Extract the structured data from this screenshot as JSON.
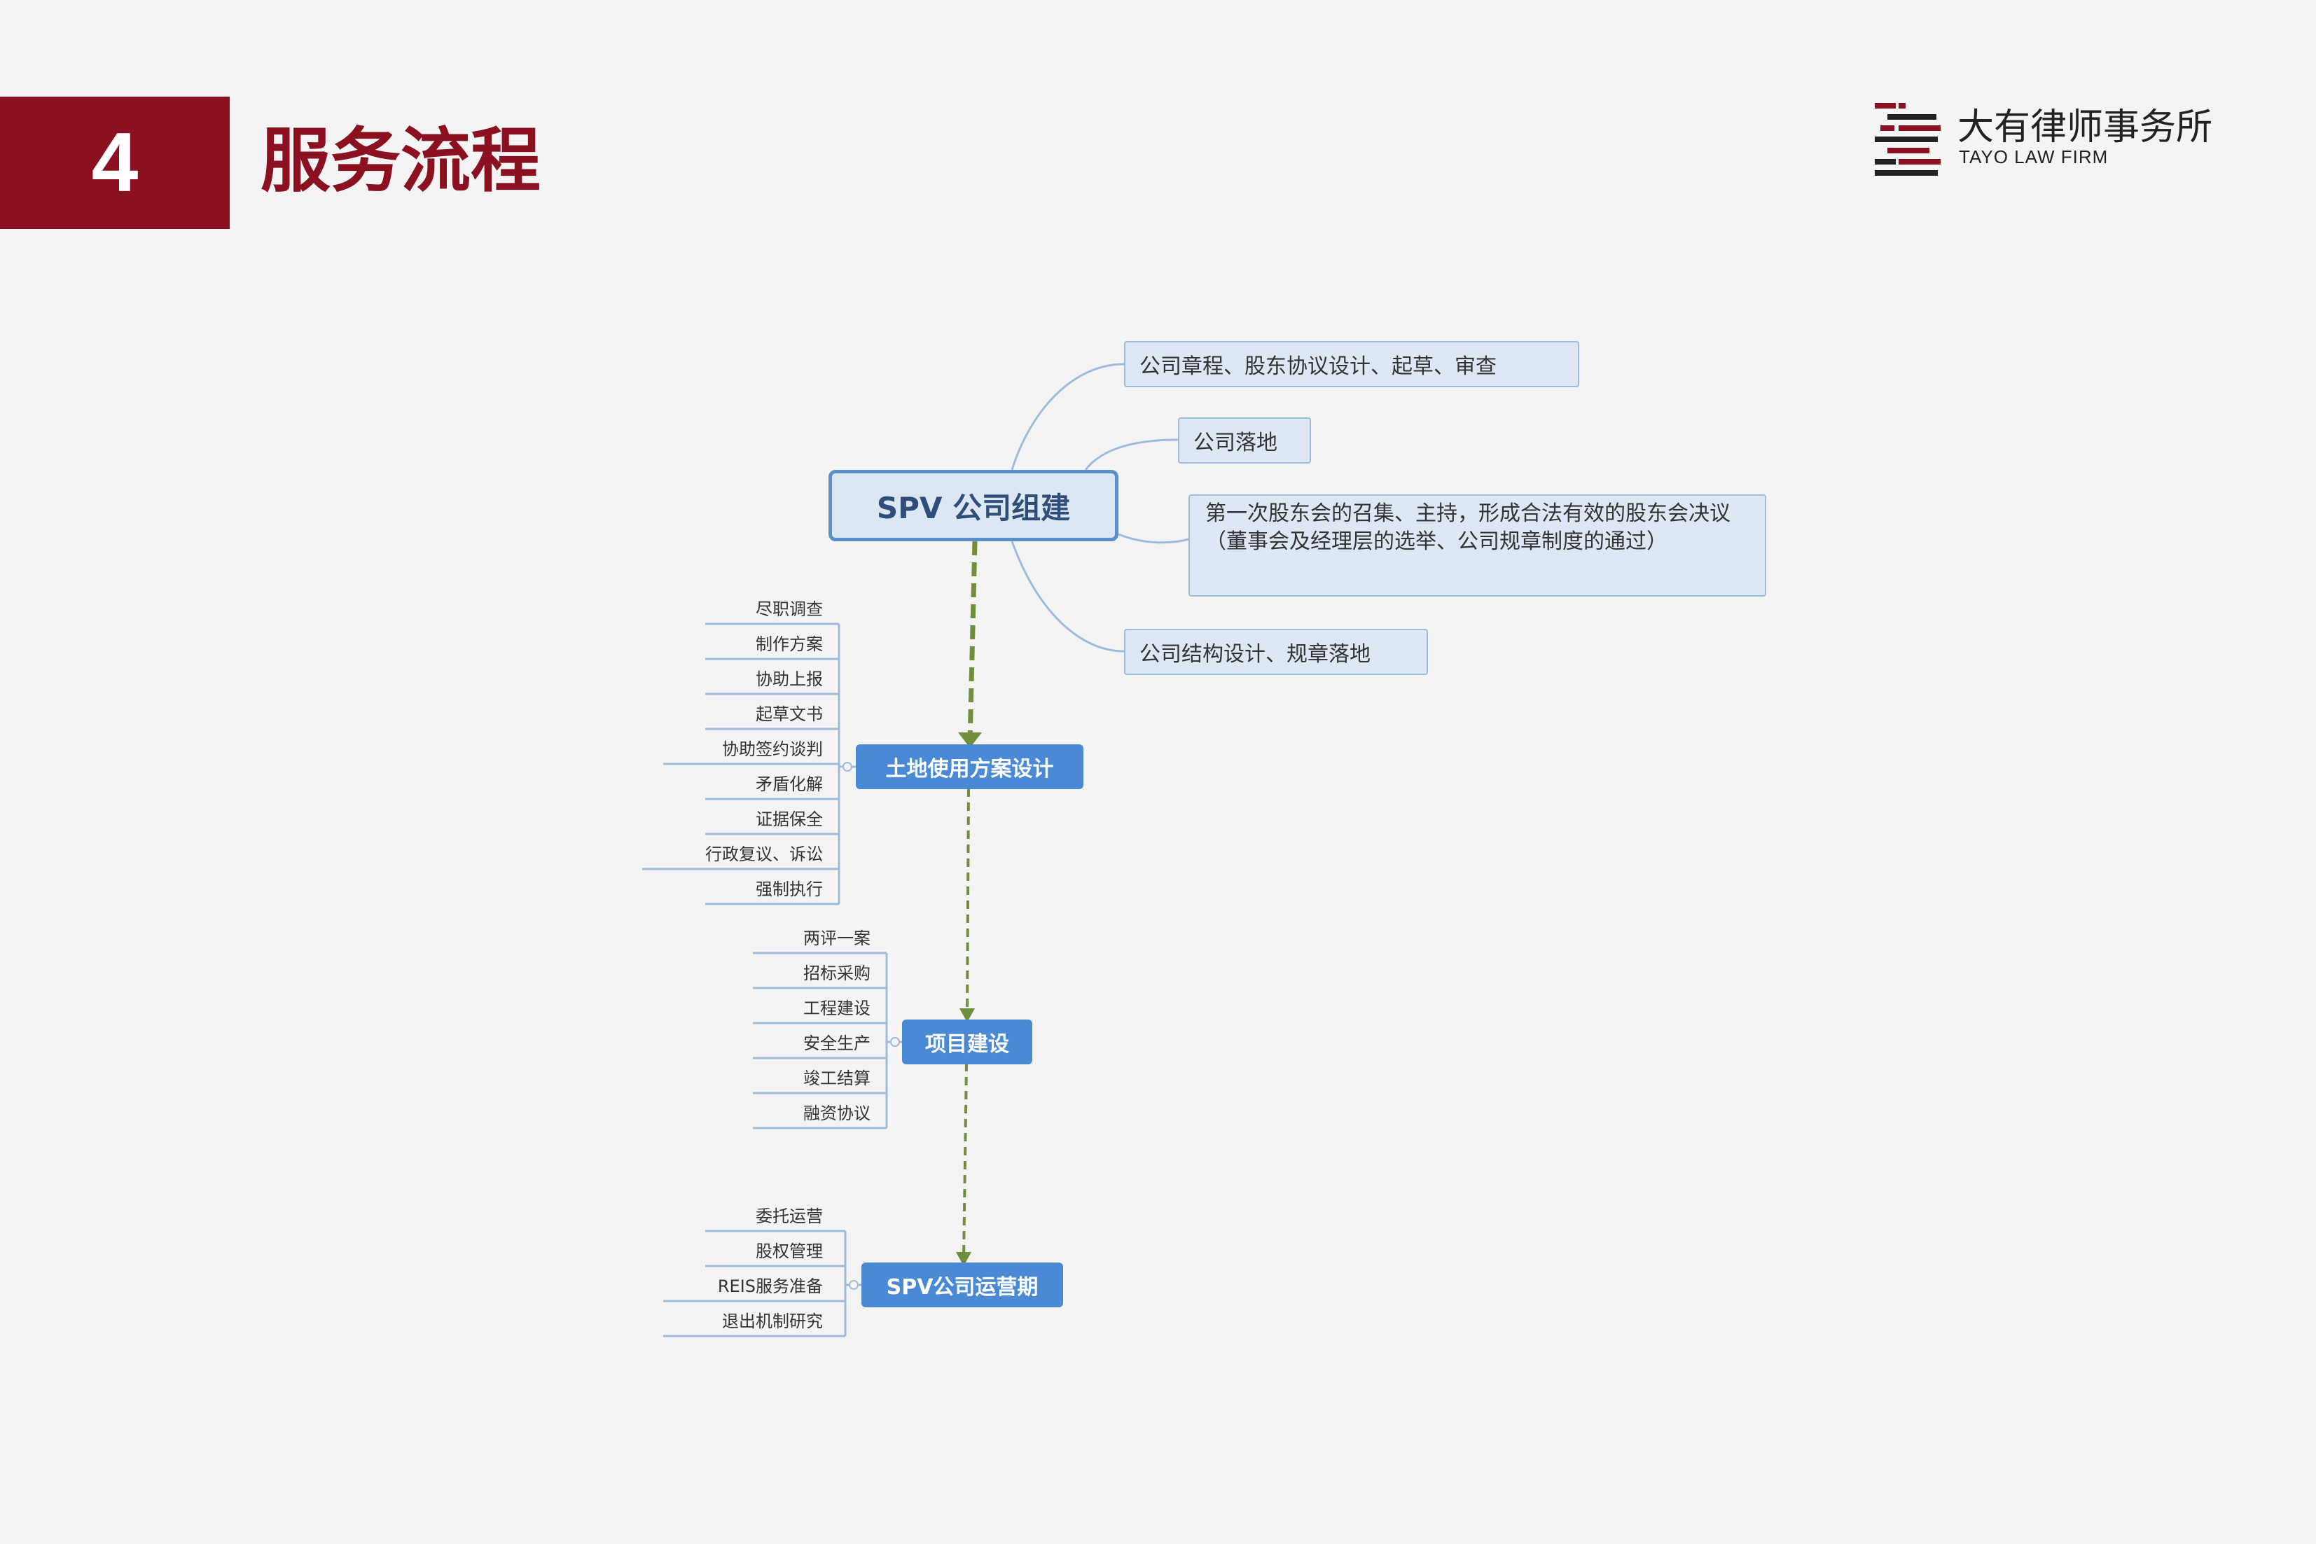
{
  "header": {
    "number": "4",
    "title": "服务流程"
  },
  "logo": {
    "name_cn": "大有律师事务所",
    "name_en": "TAYO LAW FIRM",
    "icon": "tayo-logo-icon"
  },
  "colors": {
    "brand": "#8b1020",
    "node_blue": "#4a8ad4",
    "node_light": "#dde8f4",
    "connector": "#6f8f3c"
  },
  "diagram": {
    "root": {
      "label": "SPV 公司组建",
      "branches": [
        "公司章程、股东协议设计、起草、审查",
        "公司落地",
        "第一次股东会的召集、主持，形成合法有效的股东会决议（董事会及经理层的选举、公司规章制度的通过）",
        "公司结构设计、规章落地"
      ]
    },
    "stages": [
      {
        "label": "土地使用方案设计",
        "items": [
          "尽职调查",
          "制作方案",
          "协助上报",
          "起草文书",
          "协助签约谈判",
          "矛盾化解",
          "证据保全",
          "行政复议、诉讼",
          "强制执行"
        ]
      },
      {
        "label": "项目建设",
        "items": [
          "两评一案",
          "招标采购",
          "工程建设",
          "安全生产",
          "竣工结算",
          "融资协议"
        ]
      },
      {
        "label": "SPV公司运营期",
        "items": [
          "委托运营",
          "股权管理",
          "REIS服务准备",
          "退出机制研究"
        ]
      }
    ]
  }
}
